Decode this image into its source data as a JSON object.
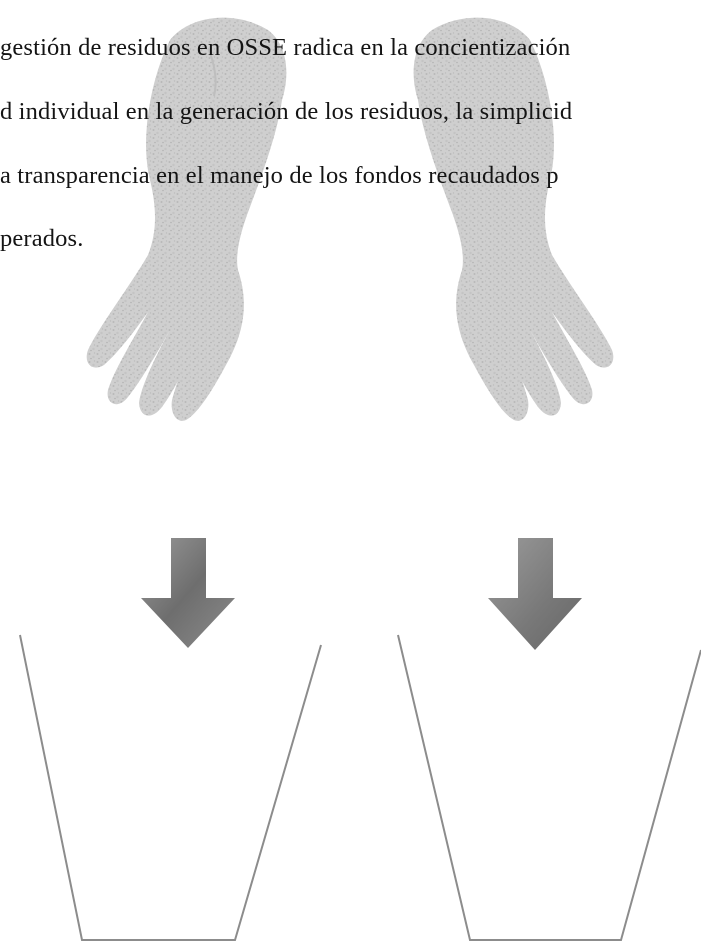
{
  "document": {
    "lines": [
      "gestión de residuos en OSSE radica en la concientización",
      "d individual en la generación de los residuos, la simplicid",
      "a transparencia en el manejo de los fondos recaudados p",
      "perados."
    ]
  },
  "illustration": {
    "hand_left": "left-hand-illustration",
    "hand_right": "right-hand-illustration",
    "arrow_left": "down-arrow-icon",
    "arrow_right": "down-arrow-icon",
    "container_left": "bin-outline",
    "container_right": "bin-outline",
    "colors": {
      "hand": "#c9c9c9",
      "hand_speckle": "#a8a8a8",
      "arrow": "#8a8a8a",
      "arrow_dark": "#5f5f5f",
      "outline": "#8c8c8c"
    }
  }
}
